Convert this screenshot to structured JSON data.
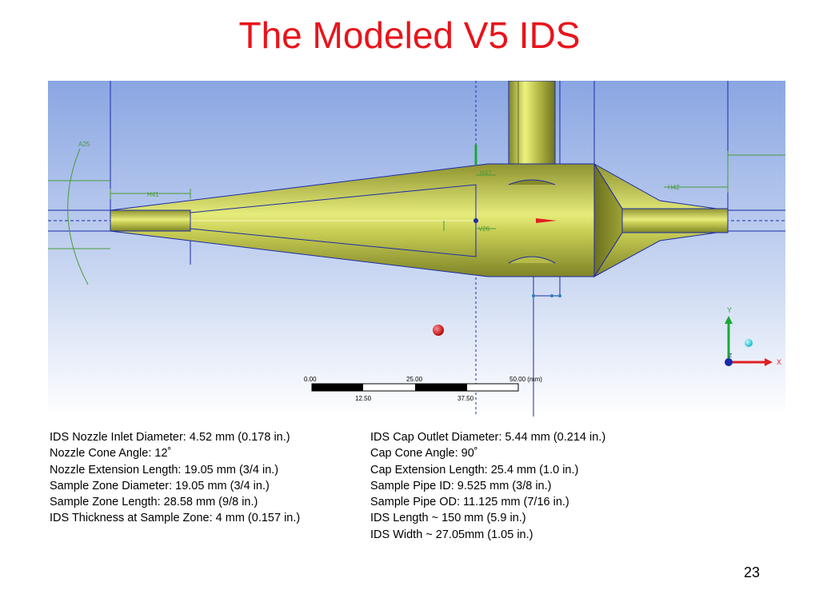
{
  "slide": {
    "title": "The Modeled V5 IDS",
    "page_number": "23"
  },
  "model_view": {
    "dimension_labels": {
      "angle": "A25",
      "nozzle_length": "H41",
      "cap_length": "H42",
      "pipe_dim": "H47",
      "zone_dim": "V26"
    },
    "scale_bar": {
      "top_labels": [
        "0.00",
        "25.00",
        "50.00 (mm)"
      ],
      "bottom_labels": [
        "12.50",
        "37.50"
      ]
    },
    "axes": {
      "y": "Y",
      "x": "X",
      "z": "Z"
    },
    "colors": {
      "background_top": "#8aa6e2",
      "background_bottom": "#ffffff",
      "body": "#a4a83a",
      "body_highlight": "#e8ee7a",
      "outline": "#1b2aa8",
      "dimension": "#4a9a3a"
    }
  },
  "specs": {
    "left": [
      "IDS Nozzle Inlet Diameter: 4.52 mm (0.178 in.)",
      "Nozzle Cone Angle: 12˚",
      "Nozzle Extension Length: 19.05 mm (3/4 in.)",
      "Sample Zone Diameter: 19.05 mm (3/4 in.)",
      "Sample Zone Length: 28.58 mm (9/8 in.)",
      "IDS Thickness at Sample Zone: 4 mm (0.157 in.)"
    ],
    "right": [
      "IDS Cap Outlet Diameter: 5.44 mm (0.214 in.)",
      "Cap Cone Angle: 90˚",
      "Cap Extension Length: 25.4 mm (1.0 in.)",
      "Sample Pipe ID: 9.525 mm (3/8 in.)",
      "Sample Pipe OD: 11.125 mm (7/16 in.)",
      "IDS Length ~ 150 mm (5.9 in.)",
      "IDS Width ~ 27.05mm (1.05 in.)"
    ]
  }
}
